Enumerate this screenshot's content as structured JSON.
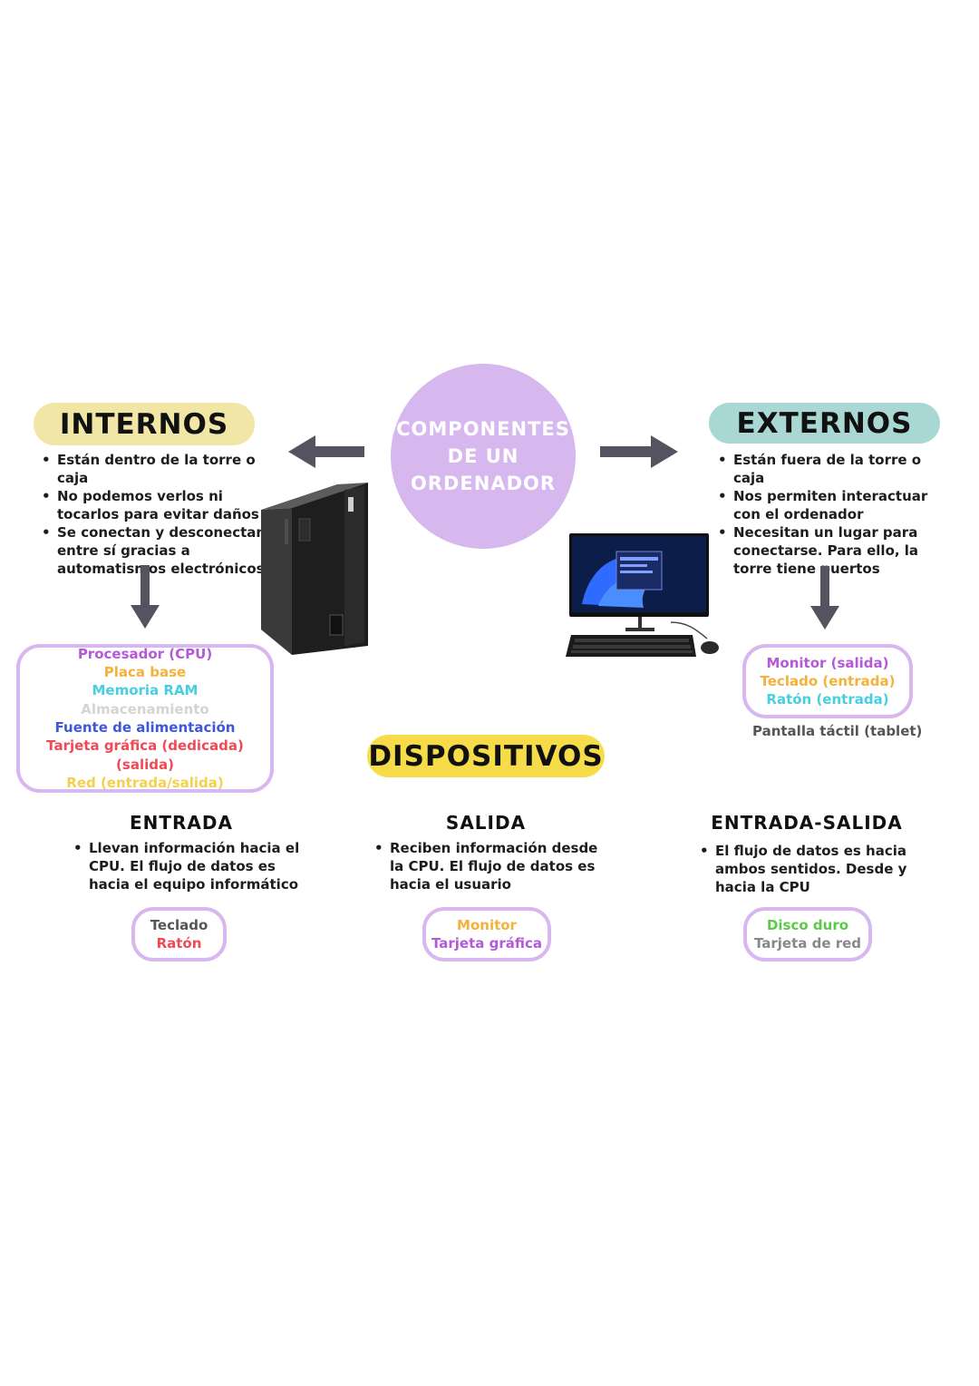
{
  "center": {
    "line1": "COMPONENTES",
    "line2": "DE UN",
    "line3": "ORDENADOR"
  },
  "internos": {
    "title": "INTERNOS",
    "bullets": [
      "Están dentro de la torre o caja",
      "No podemos verlos ni tocarlos para evitar daños",
      "Se conectan y desconectan entre sí gracias a automatismos electrónicos"
    ],
    "items": [
      {
        "label": "Procesador (CPU)",
        "color": "#b45ad6"
      },
      {
        "label": "Placa base",
        "color": "#f3b23c"
      },
      {
        "label": "Memoria RAM",
        "color": "#47cfe0"
      },
      {
        "label": "Almacenamiento",
        "color": "#d4d4d4"
      },
      {
        "label": "Fuente de alimentación",
        "color": "#3f57d8"
      },
      {
        "label": "Tarjeta gráfica (dedicada) (salida)",
        "color": "#ef4a55"
      },
      {
        "label": "Red (entrada/salida)",
        "color": "#f4d04c"
      }
    ]
  },
  "externos": {
    "title": "EXTERNOS",
    "bullets": [
      "Están fuera de la torre o caja",
      "Nos permiten interactuar con el ordenador",
      "Necesitan un lugar para conectarse. Para ello, la torre tiene puertos"
    ],
    "items": [
      {
        "label": "Monitor (salida)",
        "color": "#b45ad6"
      },
      {
        "label": "Teclado (entrada)",
        "color": "#f3b23c"
      },
      {
        "label": "Ratón (entrada)",
        "color": "#47cfe0"
      }
    ],
    "extra": "Pantalla táctil (tablet)"
  },
  "dispositivos": {
    "title": "DISPOSITIVOS",
    "entrada": {
      "title": "ENTRADA",
      "bullet": "Llevan información hacia el CPU. El flujo de datos es hacia el equipo informático",
      "items": [
        {
          "label": "Teclado",
          "color": "#555555"
        },
        {
          "label": "Ratón",
          "color": "#ef4a55"
        }
      ]
    },
    "salida": {
      "title": "SALIDA",
      "bullet": "Reciben información desde la CPU. El flujo de datos es hacia el usuario",
      "items": [
        {
          "label": "Monitor",
          "color": "#f3b23c"
        },
        {
          "label": "Tarjeta gráfica",
          "color": "#b45ad6"
        }
      ]
    },
    "entrada_salida": {
      "title": "ENTRADA-SALIDA",
      "bullet": "El flujo de datos es hacia ambos sentidos. Desde y hacia la CPU",
      "items": [
        {
          "label": "Disco duro",
          "color": "#5cc94a"
        },
        {
          "label": "Tarjeta de red",
          "color": "#888888"
        }
      ]
    }
  },
  "colors": {
    "circle": "#d6b8ef",
    "internos_pill": "#f2e6a6",
    "externos_pill": "#a9d8d4",
    "dispositivos_pill": "#f7dc4a",
    "box_border": "#d6b8ef",
    "arrow": "#555360"
  }
}
